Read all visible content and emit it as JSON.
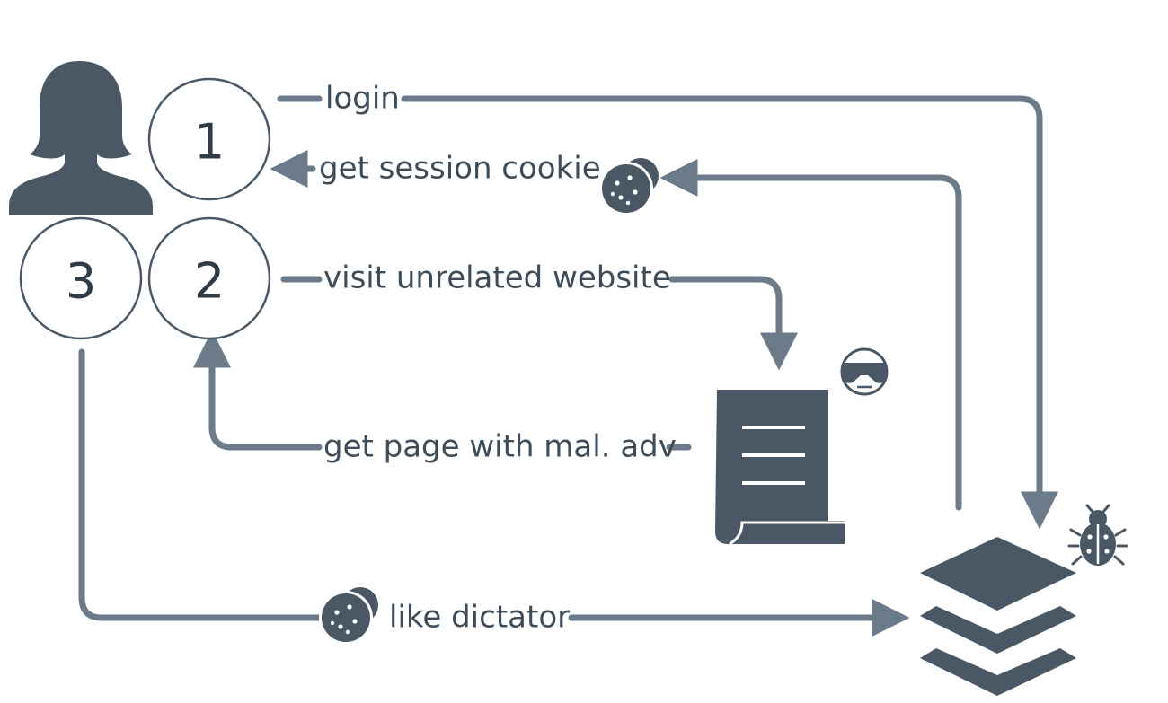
{
  "diagram": {
    "steps": [
      "1",
      "2",
      "3"
    ],
    "labels": {
      "login": "login",
      "get_session_cookie": "get session cookie",
      "visit_unrelated_website": "visit unrelated website",
      "get_page_with_mal_adv": "get page with mal. adv",
      "like_dictator": "like dictator"
    },
    "icons": [
      "user-icon",
      "cookie-icon",
      "document-icon",
      "hacker-icon",
      "server-stack-icon",
      "bug-icon"
    ],
    "colors": {
      "icon": "#4a5866",
      "line": "#6b7b8a",
      "text": "#3e4c59"
    }
  }
}
